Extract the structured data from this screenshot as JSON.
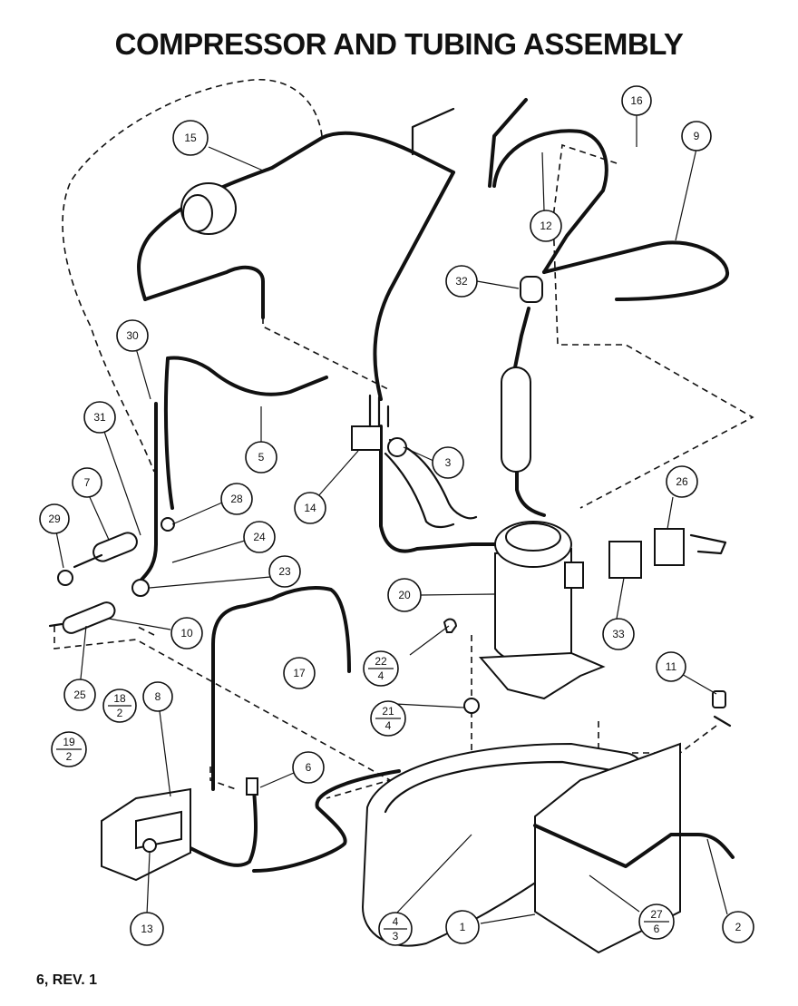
{
  "title": "COMPRESSOR AND TUBING ASSEMBLY",
  "footer": "6, REV. 1",
  "callouts": [
    {
      "label": "15"
    },
    {
      "label": "16"
    },
    {
      "label": "9"
    },
    {
      "label": "12"
    },
    {
      "label": "32"
    },
    {
      "label": "30"
    },
    {
      "label": "5"
    },
    {
      "label": "3"
    },
    {
      "label": "14"
    },
    {
      "label": "31"
    },
    {
      "label": "28"
    },
    {
      "label": "7"
    },
    {
      "label": "29"
    },
    {
      "label": "24"
    },
    {
      "label": "23"
    },
    {
      "label": "26"
    },
    {
      "label": "20"
    },
    {
      "label": "33"
    },
    {
      "label": "10"
    },
    {
      "label": "17"
    },
    {
      "label": "25"
    },
    {
      "label": "11"
    },
    {
      "label": "8"
    },
    {
      "label": "6"
    },
    {
      "label": "13"
    },
    {
      "label": "1"
    },
    {
      "label": "2"
    }
  ],
  "fractions": [
    {
      "num": "22",
      "den": "4"
    },
    {
      "num": "21",
      "den": "4"
    },
    {
      "num": "19",
      "den": "2"
    },
    {
      "num": "18",
      "den": "2"
    },
    {
      "num": "4",
      "den": "3"
    },
    {
      "num": "27",
      "den": "6"
    }
  ]
}
